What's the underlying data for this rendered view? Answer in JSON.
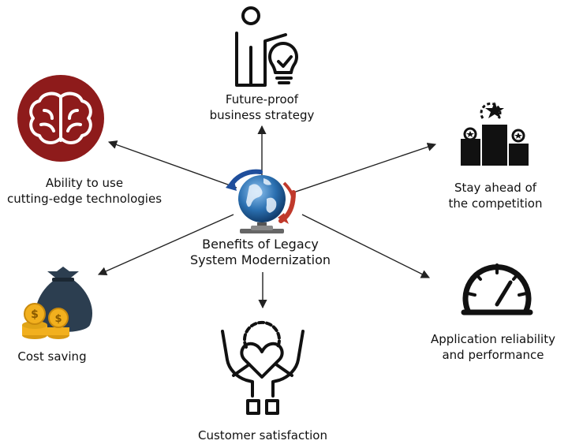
{
  "center": {
    "title_lines": [
      "Benefits of Legacy",
      "System Modernization"
    ],
    "icon": "globe-with-circular-arrows-icon"
  },
  "nodes": [
    {
      "id": "future-proof",
      "lines": [
        "Future-proof",
        "business strategy"
      ],
      "icon": "presenter-lightbulb-check-icon"
    },
    {
      "id": "cutting-edge",
      "lines": [
        "Ability to use",
        "cutting-edge technologies"
      ],
      "icon": "brain-icon"
    },
    {
      "id": "stay-ahead",
      "lines": [
        "Stay ahead of",
        "the competition"
      ],
      "icon": "podium-stars-icon"
    },
    {
      "id": "cost-saving",
      "lines": [
        "Cost saving"
      ],
      "icon": "money-bag-coins-icon"
    },
    {
      "id": "reliability",
      "lines": [
        "Application reliability",
        "and performance"
      ],
      "icon": "speedometer-icon"
    },
    {
      "id": "customer-satisfaction",
      "lines": [
        "Customer satisfaction"
      ],
      "icon": "hands-holding-heart-gear-icon"
    }
  ],
  "colors": {
    "brain_circle": "#8e1b1b",
    "money_bag": "#2c3e50",
    "coin": "#f2b01e",
    "globe": "#2a6fb0",
    "arrow_red": "#c0392b",
    "arrow_blue": "#1f4e9c",
    "line": "#222222"
  }
}
